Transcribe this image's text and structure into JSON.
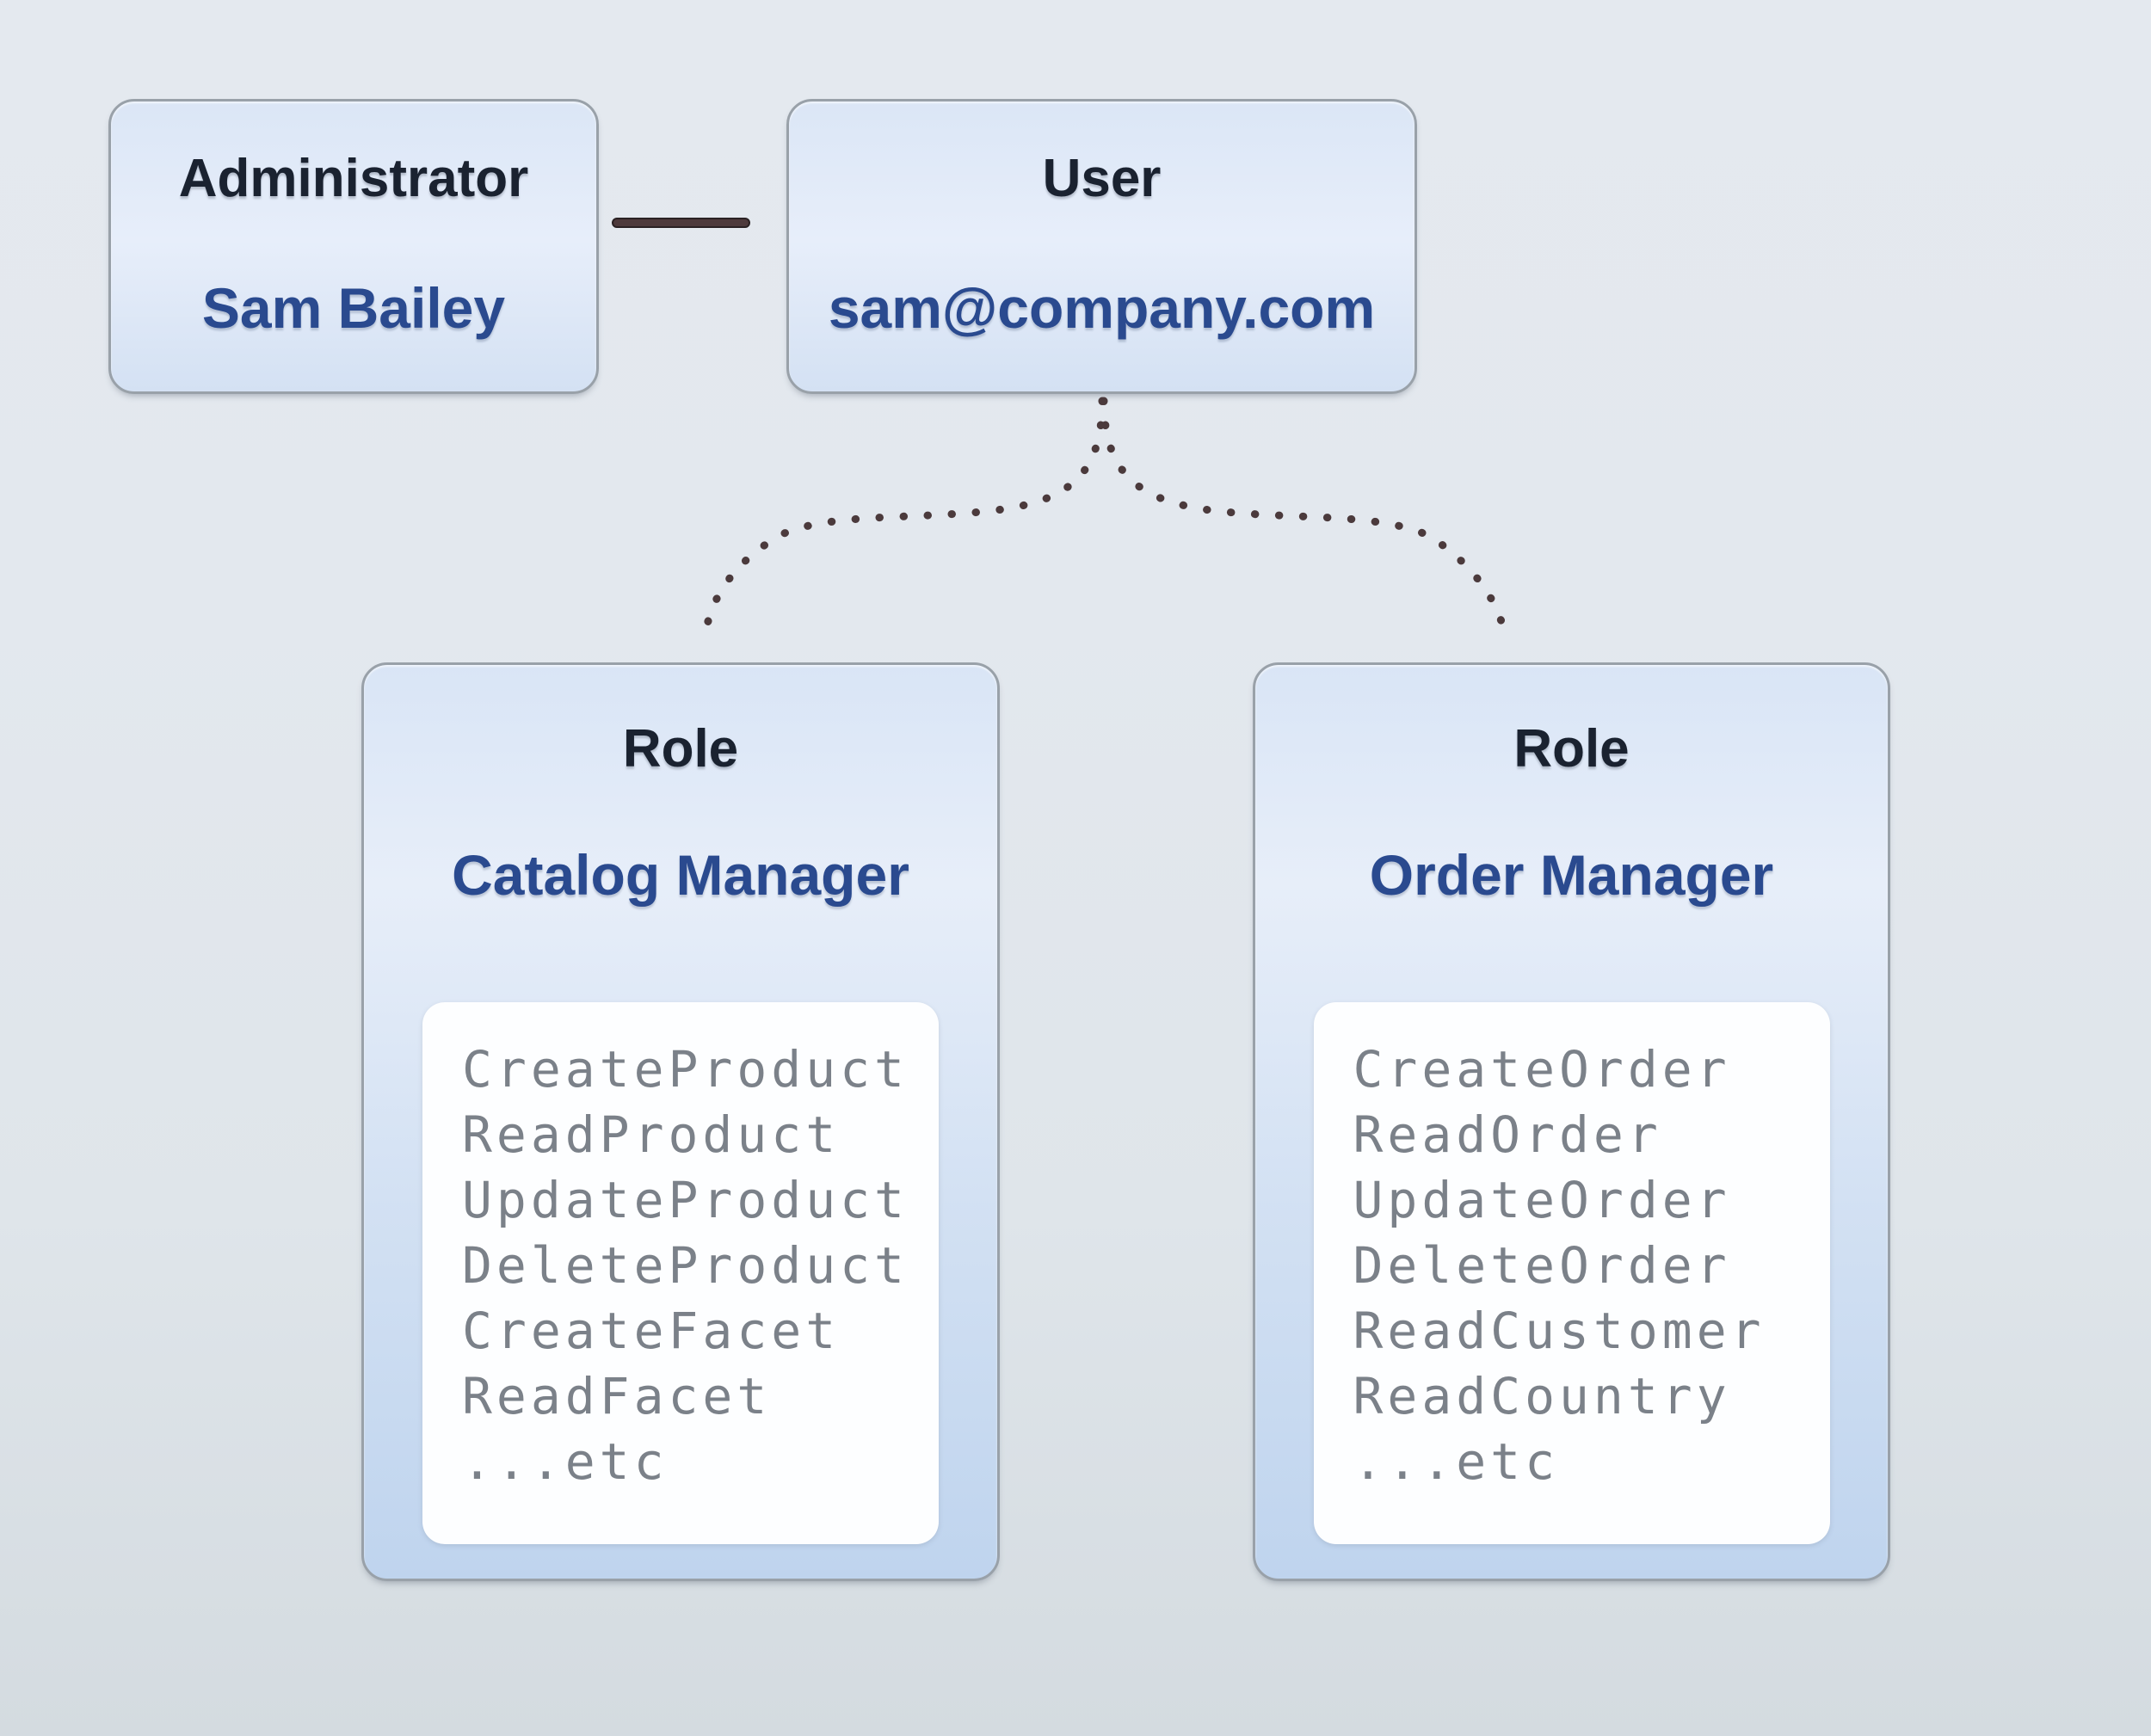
{
  "diagram": {
    "admin_card": {
      "title": "Administrator",
      "name": "Sam Bailey"
    },
    "user_card": {
      "title": "User",
      "email": "sam@company.com"
    },
    "role_cards": [
      {
        "title": "Role",
        "name": "Catalog Manager",
        "permissions": [
          "CreateProduct",
          "ReadProduct",
          "UpdateProduct",
          "DeleteProduct",
          "CreateFacet",
          "ReadFacet",
          "...etc"
        ]
      },
      {
        "title": "Role",
        "name": "Order Manager",
        "permissions": [
          "CreateOrder",
          "ReadOrder",
          "UpdateOrder",
          "DeleteOrder",
          "ReadCustomer",
          "ReadCountry",
          "...etc"
        ]
      }
    ],
    "colors": {
      "heading_text": "#1a2230",
      "accent_text": "#2a4a8f",
      "permission_text": "#7b8189",
      "card_border": "#99a1a9",
      "card_fill_top": "#dbe6f6",
      "card_fill_bottom": "#bfd4ee",
      "connector_line": "#4e3a3c",
      "dotted_line": "#4b3a3c",
      "background_top": "#e4e9ef",
      "background_bottom": "#d4dbe0"
    }
  }
}
